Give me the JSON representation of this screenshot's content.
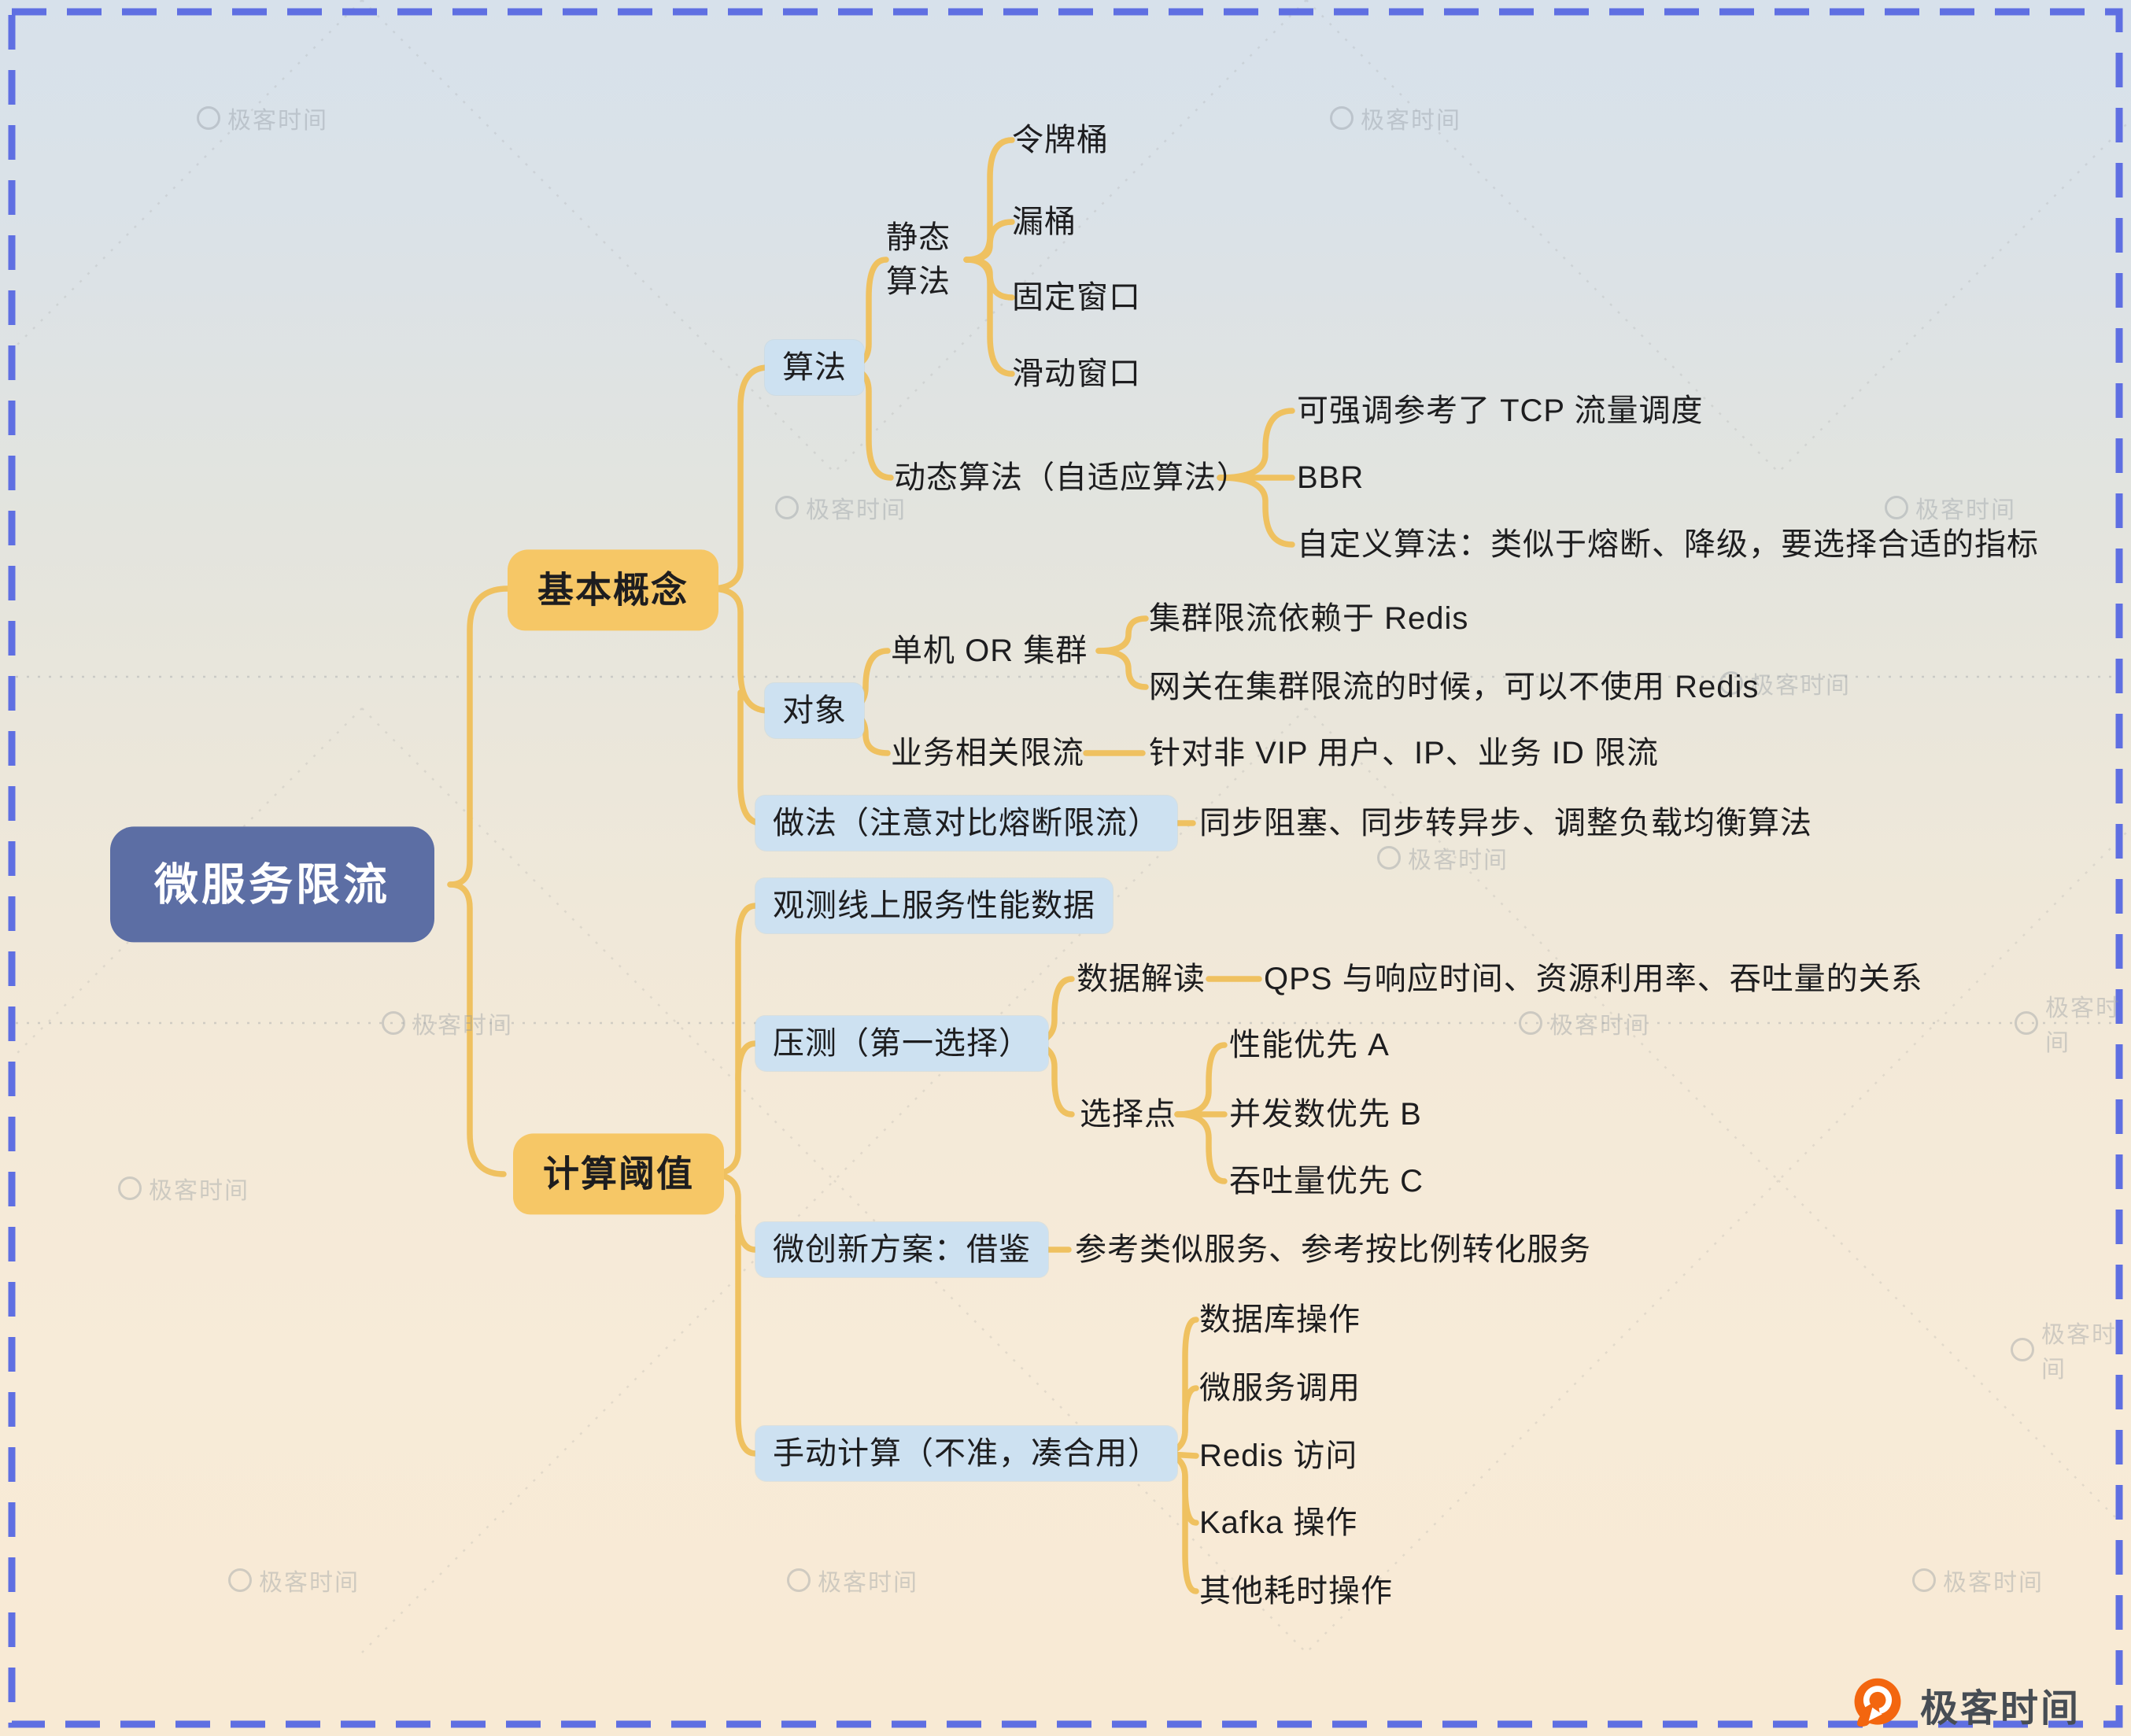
{
  "colors": {
    "background_top": "#d7e1eb",
    "background_bottom": "#f8ead4",
    "border_dashed": "#5f6fe2",
    "connector_line": "#efc160",
    "root_node_bg": "#5c6ea4",
    "topic_node_bg": "#f6c766",
    "highlight_node_bg": "#cde1f1",
    "text": "#1d1d1f",
    "brand_orange": "#f3660f"
  },
  "watermark": {
    "text": "极客时间"
  },
  "brand": {
    "label": "极客时间"
  },
  "mindmap": {
    "root": {
      "label": "微服务限流"
    },
    "branches": [
      {
        "label": "基本概念",
        "children": [
          {
            "label": "算法",
            "children": [
              {
                "label": "静态算法",
                "children": [
                  {
                    "label": "令牌桶"
                  },
                  {
                    "label": "漏桶"
                  },
                  {
                    "label": "固定窗口"
                  },
                  {
                    "label": "滑动窗口"
                  }
                ]
              },
              {
                "label": "动态算法（自适应算法）",
                "children": [
                  {
                    "label": "可强调参考了 TCP 流量调度"
                  },
                  {
                    "label": "BBR"
                  },
                  {
                    "label": "自定义算法：类似于熔断、降级，要选择合适的指标"
                  }
                ]
              }
            ]
          },
          {
            "label": "对象",
            "children": [
              {
                "label": "单机 OR 集群",
                "children": [
                  {
                    "label": "集群限流依赖于 Redis"
                  },
                  {
                    "label": "网关在集群限流的时候，可以不使用 Redis"
                  }
                ]
              },
              {
                "label": "业务相关限流",
                "children": [
                  {
                    "label": "针对非 VIP 用户、IP、业务 ID 限流"
                  }
                ]
              }
            ]
          },
          {
            "label": "做法（注意对比熔断限流）",
            "children": [
              {
                "label": "同步阻塞、同步转异步、调整负载均衡算法"
              }
            ]
          }
        ]
      },
      {
        "label": "计算阈值",
        "children": [
          {
            "label": "观测线上服务性能数据"
          },
          {
            "label": "压测（第一选择）",
            "children": [
              {
                "label": "数据解读",
                "children": [
                  {
                    "label": "QPS 与响应时间、资源利用率、吞吐量的关系"
                  }
                ]
              },
              {
                "label": "选择点",
                "children": [
                  {
                    "label": "性能优先 A"
                  },
                  {
                    "label": "并发数优先 B"
                  },
                  {
                    "label": "吞吐量优先 C"
                  }
                ]
              }
            ]
          },
          {
            "label": "微创新方案：借鉴",
            "children": [
              {
                "label": "参考类似服务、参考按比例转化服务"
              }
            ]
          },
          {
            "label": "手动计算（不准，凑合用）",
            "children": [
              {
                "label": "数据库操作"
              },
              {
                "label": "微服务调用"
              },
              {
                "label": "Redis 访问"
              },
              {
                "label": "Kafka 操作"
              },
              {
                "label": "其他耗时操作"
              }
            ]
          }
        ]
      }
    ]
  }
}
